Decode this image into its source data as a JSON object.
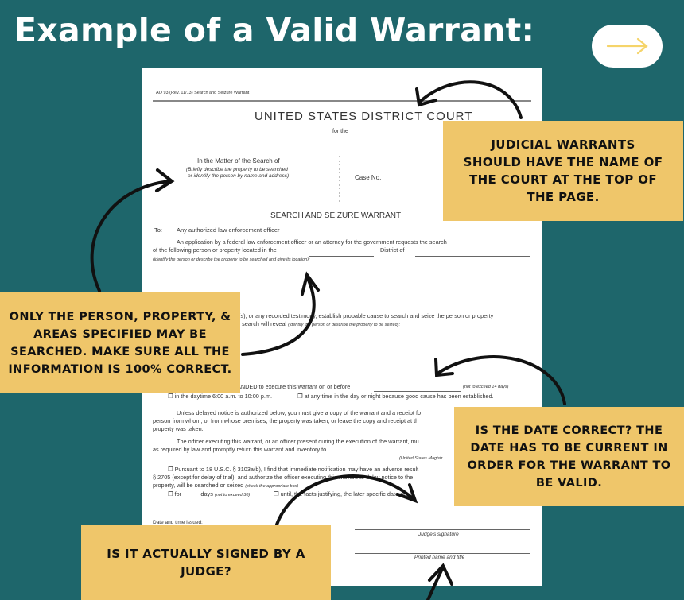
{
  "header": {
    "title": "Example of a Valid Warrant:",
    "next_icon": "arrow-right-icon"
  },
  "colors": {
    "background": "#1e666b",
    "callout": "#efc66a",
    "arrow_accent": "#f5d46a"
  },
  "document": {
    "form_id": "AO 93 (Rev. 11/13) Search and Seizure Warrant",
    "court": "UNITED STATES DISTRICT COURT",
    "for_the": "for the",
    "matter": "In the Matter of the Search of",
    "matter_hint1": "(Briefly describe the property to be searched",
    "matter_hint2": "or identify the person by name and address)",
    "paren": ")",
    "case_no": "Case No.",
    "warrant_title": "SEARCH AND SEIZURE WARRANT",
    "to_label": "To:",
    "to_value": "Any authorized law enforcement officer",
    "application1": "An application by a federal law enforcement officer or an attorney for the government requests the search",
    "application2": "of the following person or property located in the",
    "district_of": "District of",
    "application_hint": "(identify the person or describe the property to be searched and give its location):",
    "probable1": "t(s), or any recorded testimony, establish probable cause to search and seize the person or property",
    "probable2": "h search will reveal",
    "probable_hint": "(identify the person or describe the property to be seized):",
    "commanded": "ANDED to execute this warrant on or before",
    "commanded_hint": "(not to exceed 14 days)",
    "daytime": "❐  in the daytime 6:00 a.m. to 10:00 p.m.",
    "anytime": "❐ at any time in the day or night because good cause has been established.",
    "unless1": "Unless delayed notice is authorized below, you must give a copy of the warrant and a receipt fo",
    "unless2": "person from whom, or from whose premises, the property was taken, or leave the copy and receipt at th",
    "unless3": "property was taken.",
    "officer1": "The officer executing this warrant, or an officer present during the execution of the warrant, mu",
    "officer2": "as required by law and promptly return this warrant and inventory to",
    "magistrate_hint": "(United States Magistr",
    "pursuant1": "❐  Pursuant to 18 U.S.C. § 3103a(b), I find that immediate notification may have an adverse result",
    "pursuant2": "§ 2705 (except for delay of trial), and authorize the officer executing this warrant to delay notice to the",
    "pursuant3": "property, will be searched or seized",
    "pursuant_hint": "(check the appropriate box)",
    "for_days": "❐  for _____ days",
    "for_days_hint": "(not to exceed 30)",
    "until": "❐  until, the facts justifying, the later specific date of",
    "date_issued": "Date and time issued:",
    "judge_sig": "Judge's signature",
    "printed_name": "Printed name and title"
  },
  "callouts": [
    {
      "text": "JUDICIAL WARRANTS SHOULD HAVE THE NAME OF THE COURT AT THE TOP OF THE PAGE."
    },
    {
      "text": "ONLY THE PERSON, PROPERTY, & AREAS SPECIFIED MAY BE SEARCHED. MAKE SURE ALL THE INFORMATION IS 100% CORRECT."
    },
    {
      "text": "IS THE DATE CORRECT? THE DATE HAS TO BE CURRENT IN ORDER FOR THE WARRANT TO BE VALID."
    },
    {
      "text": "IS IT ACTUALLY SIGNED BY A JUDGE?"
    }
  ]
}
